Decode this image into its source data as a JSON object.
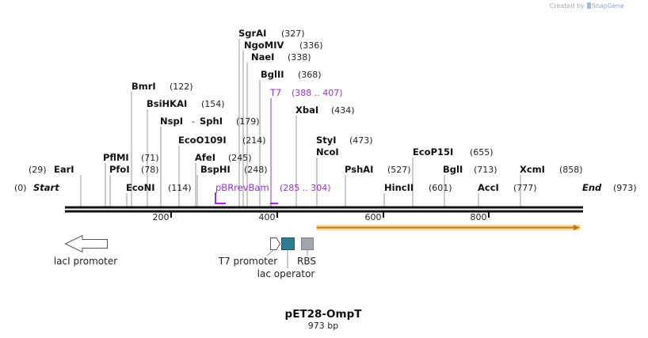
{
  "credit": {
    "prefix": "Created by",
    "brand": "SnapGene"
  },
  "map": {
    "title": "pET28-OmpT",
    "length_label": "973 bp",
    "start_label": "Start",
    "start_pos": "(0)",
    "end_label": "End",
    "end_pos": "(973)",
    "ticks": [
      "200",
      "400",
      "600",
      "800"
    ]
  },
  "sites": {
    "sgrai": {
      "name": "SgrAI",
      "pos": "(327)"
    },
    "ngomiv": {
      "name": "NgoMIV",
      "pos": "(336)"
    },
    "naei": {
      "name": "NaeI",
      "pos": "(338)"
    },
    "bglii": {
      "name": "BglII",
      "pos": "(368)"
    },
    "bmri": {
      "name": "BmrI",
      "pos": "(122)"
    },
    "bsihkai": {
      "name": "BsiHKAI",
      "pos": "(154)"
    },
    "nspi": {
      "name": "NspI",
      "sep": "-",
      "name2": "SphI",
      "pos": "(179)"
    },
    "xbai": {
      "name": "XbaI",
      "pos": "(434)"
    },
    "ecoo109i": {
      "name": "EcoO109I",
      "pos": "(214)"
    },
    "styi": {
      "name": "StyI",
      "pos": "(473)"
    },
    "ncoi": {
      "name": "NcoI"
    },
    "pflmi": {
      "name": "PflMI",
      "pos": "(71)"
    },
    "afei": {
      "name": "AfeI",
      "pos": "(245)"
    },
    "ecop15i": {
      "name": "EcoP15I",
      "pos": "(655)"
    },
    "eari": {
      "name": "EarI",
      "pos": "(29)"
    },
    "pfoi": {
      "name": "PfoI",
      "pos": "(78)"
    },
    "bsphi": {
      "name": "BspHI",
      "pos": "(248)"
    },
    "pshai": {
      "name": "PshAI",
      "pos": "(527)"
    },
    "bgli": {
      "name": "BglI",
      "pos": "(713)"
    },
    "xcmi": {
      "name": "XcmI",
      "pos": "(858)"
    },
    "econi": {
      "name": "EcoNI",
      "pos": "(114)"
    },
    "hincii": {
      "name": "HincII",
      "pos": "(601)"
    },
    "acci": {
      "name": "AccI",
      "pos": "(777)"
    }
  },
  "primers": {
    "t7": {
      "name": "T7",
      "pos": "(388 .. 407)"
    },
    "pbrrevbam": {
      "name": "pBRrevBam",
      "pos": "(285 .. 304)"
    }
  },
  "features": {
    "laci_promoter": "lacI promoter",
    "t7_promoter": "T7 promoter",
    "lac_operator": "lac operator",
    "rbs": "RBS"
  },
  "colors": {
    "primer": "#9b30d9",
    "lac_operator": "#2e7a8e",
    "rbs": "#a3a6ad",
    "orf": "#e8a33a",
    "orf_glow": "#f7d99b"
  }
}
